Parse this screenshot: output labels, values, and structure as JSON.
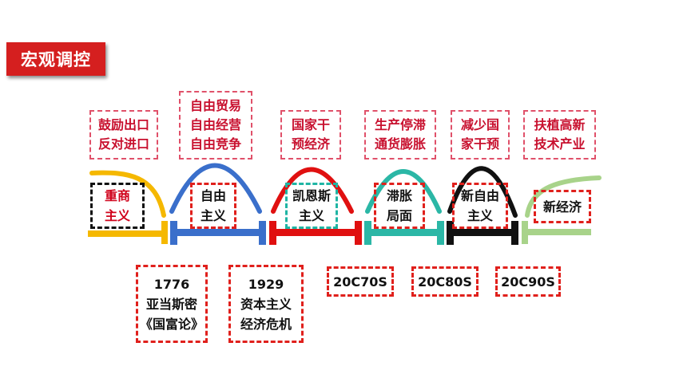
{
  "title": "宏观调控",
  "top_notes": [
    {
      "lines": [
        "鼓励出口",
        "反对进口"
      ]
    },
    {
      "lines": [
        "自由贸易",
        "自由经营",
        "自由竞争"
      ]
    },
    {
      "lines": [
        "国家干",
        "预经济"
      ]
    },
    {
      "lines": [
        "生产停滞",
        "通货膨胀"
      ]
    },
    {
      "lines": [
        "减少国",
        "家干预"
      ]
    },
    {
      "lines": [
        "扶植高新",
        "技术产业"
      ]
    }
  ],
  "eras": [
    {
      "lines": [
        "重商",
        "主义"
      ],
      "color": "#d0021b",
      "border": "#111111"
    },
    {
      "lines": [
        "自由",
        "主义"
      ],
      "color": "#111111",
      "border": "#e0201c"
    },
    {
      "lines": [
        "凯恩斯",
        "主义"
      ],
      "color": "#111111",
      "border": "#1fb5a4"
    },
    {
      "lines": [
        "滞胀",
        "局面"
      ],
      "color": "#111111",
      "border": "#e0201c"
    },
    {
      "lines": [
        "新自由",
        "主义"
      ],
      "color": "#111111",
      "border": "#e0201c"
    },
    {
      "lines": [
        "新经济"
      ],
      "color": "#111111",
      "border": "#e0201c"
    }
  ],
  "time_markers": [
    {
      "lines": [
        "1776",
        "亚当斯密",
        "《国富论》"
      ]
    },
    {
      "lines": [
        "1929",
        "资本主义",
        "经济危机"
      ]
    },
    {
      "lines": [
        "20C70S"
      ]
    },
    {
      "lines": [
        "20C80S"
      ]
    },
    {
      "lines": [
        "20C90S"
      ]
    }
  ],
  "colors": {
    "badge": "#d51f1f",
    "mercantilism": "#f5b800",
    "liberalism": "#3a6fcb",
    "keynesian": "#e01010",
    "stagflation": "#2bb7a6",
    "neoliberalism": "#111111",
    "new_economy": "#a8d38a"
  }
}
